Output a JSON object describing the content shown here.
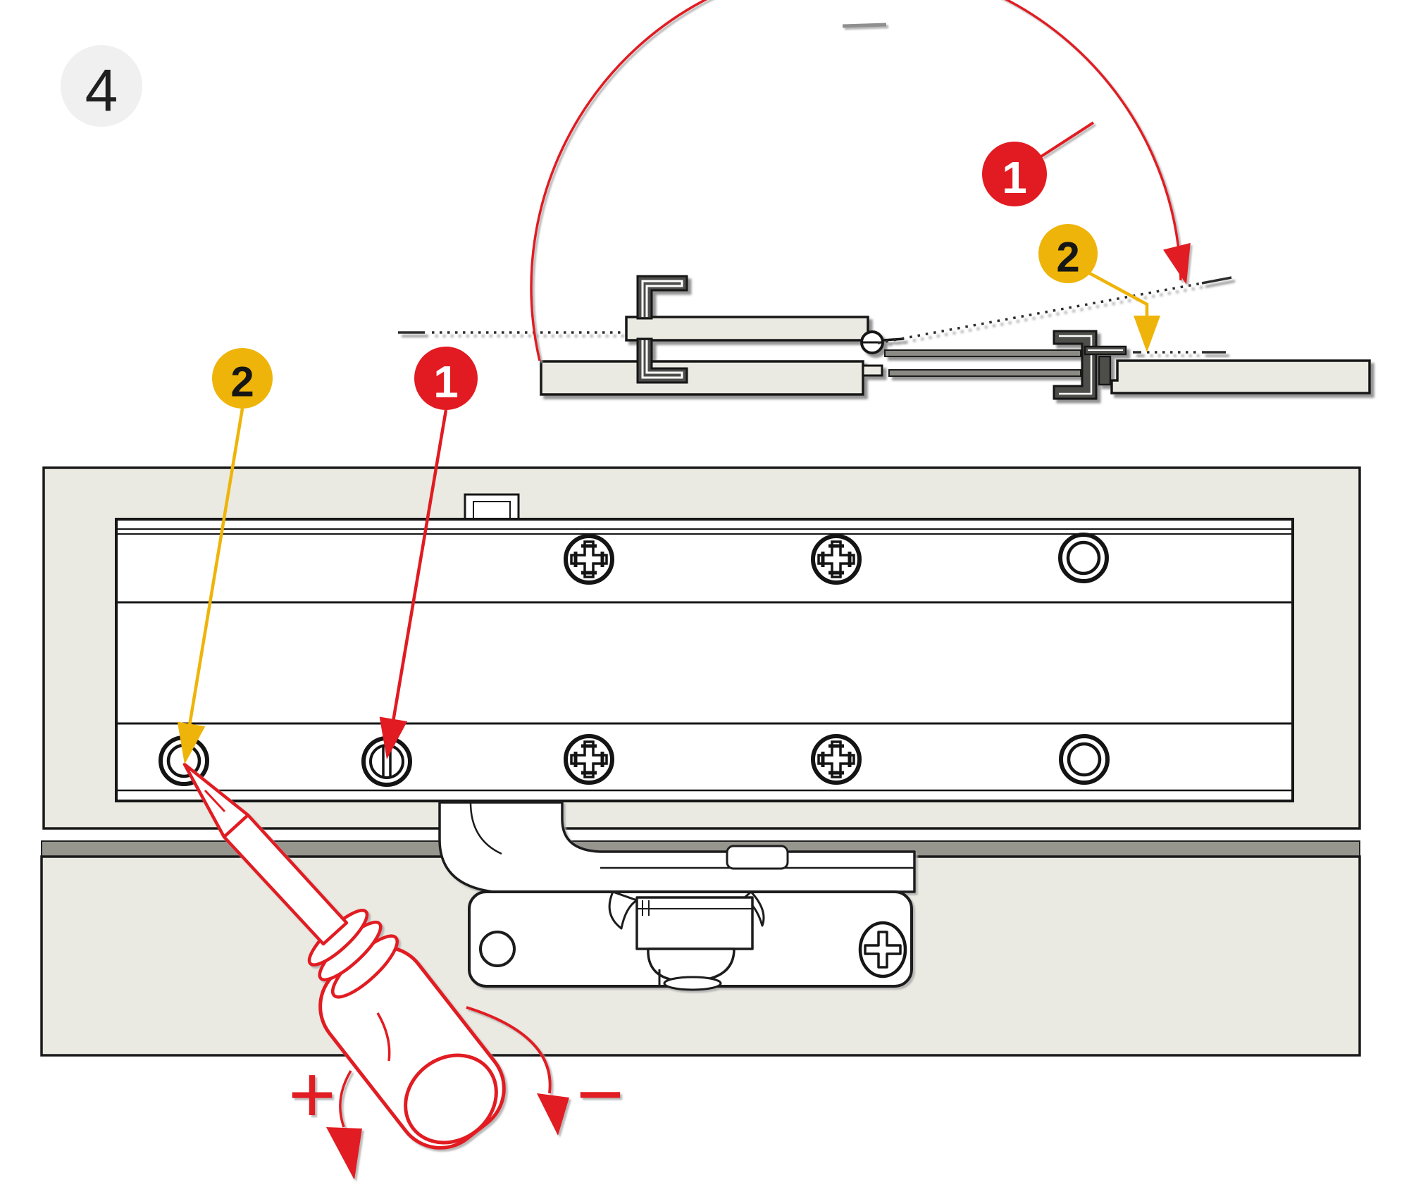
{
  "step_badge": {
    "label": "4"
  },
  "callouts": {
    "cross_section": {
      "one": "1",
      "two": "2"
    },
    "rail": {
      "one": "1",
      "two": "2"
    }
  },
  "rotation": {
    "plus": "+",
    "minus": "−"
  },
  "colors": {
    "red": "#e11b21",
    "yellow": "#eeb409",
    "panel_beige": "#ebeae2",
    "shadow_gray": "#8f8f8f",
    "line_dark": "#1a1a1a",
    "badge_bg": "#f0f0f1",
    "metal_gray": "#8b8a85",
    "clip_dark": "#4e4d49",
    "gap_band_gray": "#96958e"
  }
}
